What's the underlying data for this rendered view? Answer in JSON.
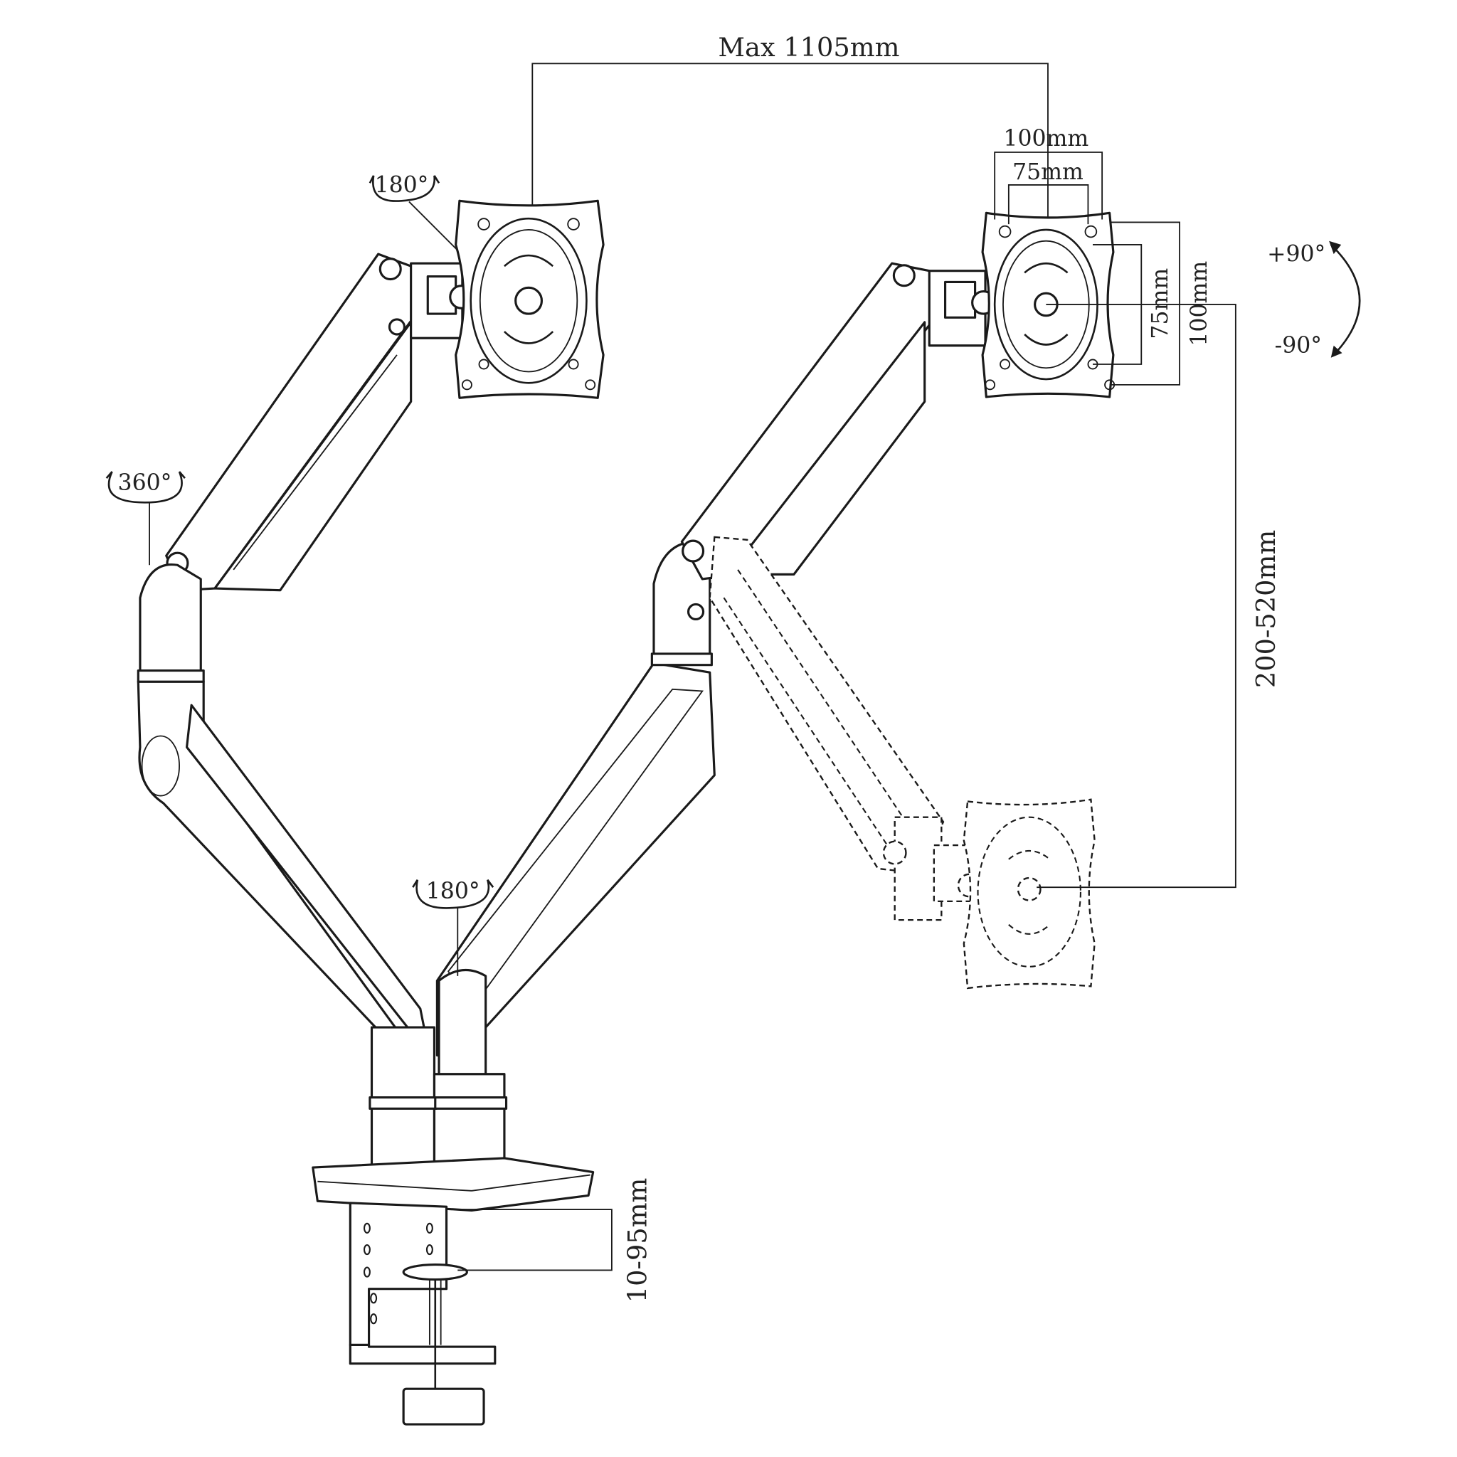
{
  "diagram": {
    "title": "Dual monitor arm dimensions",
    "dimensions": {
      "max_reach": "Max 1105mm",
      "vesa_outer_h": "100mm",
      "vesa_inner_h": "75mm",
      "vesa_inner_v": "75mm",
      "vesa_outer_v": "100mm",
      "height_range": "200-520mm",
      "clamp_range": "10-95mm"
    },
    "rotations": {
      "head_swivel": "180°",
      "arm_rotation": "360°",
      "base_swivel": "180°",
      "tilt_up": "+90°",
      "tilt_down": "-90°"
    },
    "colors": {
      "line": "#1a1a1a",
      "background": "#ffffff"
    }
  }
}
